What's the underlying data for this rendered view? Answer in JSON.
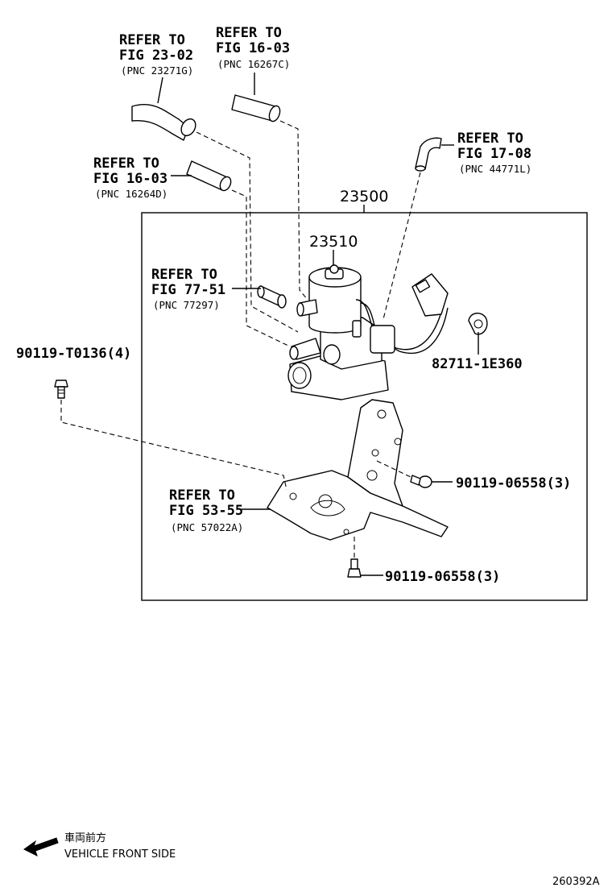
{
  "refs": {
    "ref_23_02": {
      "line1": "REFER TO",
      "line2": "FIG 23-02",
      "pnc": "(PNC 23271G)"
    },
    "ref_16_03_top": {
      "line1": "REFER TO",
      "line2": "FIG 16-03",
      "pnc": "(PNC 16267C)"
    },
    "ref_17_08": {
      "line1": "REFER TO",
      "line2": "FIG 17-08",
      "pnc": "(PNC 44771L)"
    },
    "ref_16_03_left": {
      "line1": "REFER TO",
      "line2": "FIG 16-03",
      "pnc": "(PNC 16264D)"
    },
    "ref_77_51": {
      "line1": "REFER TO",
      "line2": "FIG 77-51",
      "pnc": "(PNC 77297)"
    },
    "ref_53_55": {
      "line1": "REFER TO",
      "line2": "FIG 53-55",
      "pnc": "(PNC 57022A)"
    }
  },
  "parts": {
    "assembly": "23500",
    "valve": "23510",
    "clip": "82711-1E360",
    "bolt_left": "90119-T0136(4)",
    "bolt_right": "90119-06558(3)",
    "bolt_bottom": "90119-06558(3)"
  },
  "footer": {
    "front_jp": "車両前方",
    "front_en": "VEHICLE FRONT SIDE",
    "figure_code": "260392A"
  }
}
